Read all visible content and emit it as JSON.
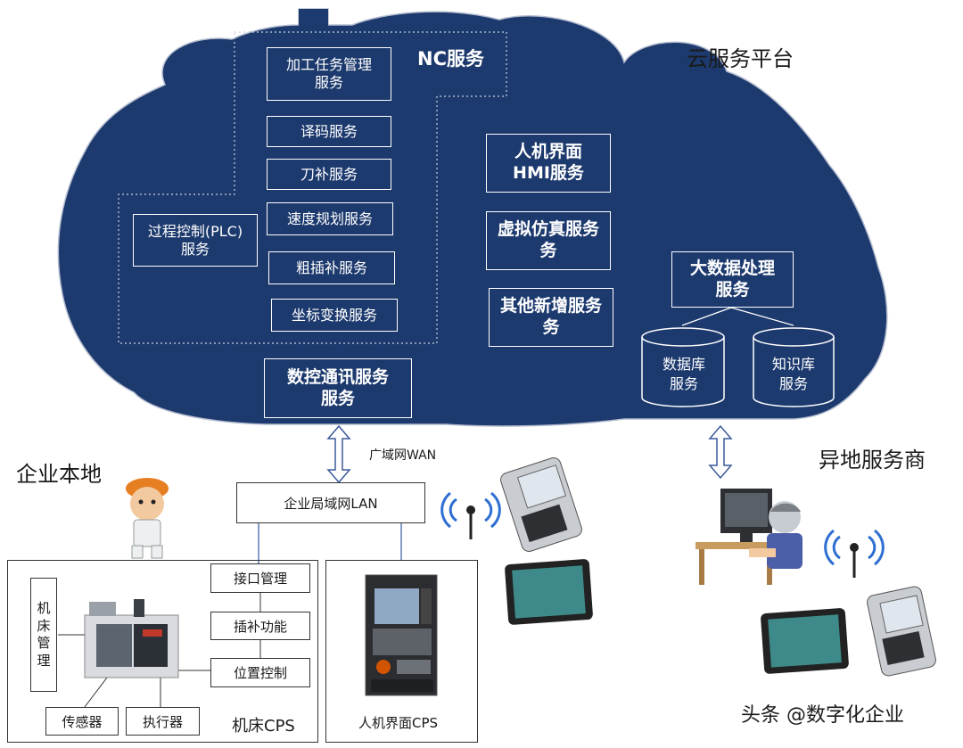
{
  "cloud": {
    "title": "云服务平台",
    "nc_group_label": "NC服务",
    "nc_services": [
      "加工任务管理\n服务",
      "译码服务",
      "刀补服务",
      "速度规划服务",
      "粗插补服务",
      "坐标变换服务"
    ],
    "plc_service": "过程控制(PLC)\n服务",
    "comm_service": "数控通讯服务\n服务",
    "right_services": [
      "人机界面\nHMI服务",
      "虚拟仿真服务\n务",
      "其他新增服务\n务"
    ],
    "bigdata_service": "大数据处理\n服务",
    "databases": [
      "数据库\n服务",
      "知识库\n服务"
    ]
  },
  "network": {
    "wan_label": "广域网WAN",
    "lan_label": "企业局域网LAN"
  },
  "local": {
    "title": "企业本地",
    "machine_mgmt": "机\n床\n管\n理",
    "interface_items": [
      "接口管理",
      "插补功能",
      "位置控制"
    ],
    "sensor": "传感器",
    "actuator": "执行器",
    "machine_cps": "机床CPS",
    "hmi_cps": "人机界面CPS"
  },
  "remote": {
    "title": "异地服务商"
  },
  "watermark": "头条 @数字化企业",
  "colors": {
    "cloud_fill": "#1d3a6e",
    "cloud_stroke": "#9aa7c0",
    "arrow": "#3b5a9a"
  }
}
